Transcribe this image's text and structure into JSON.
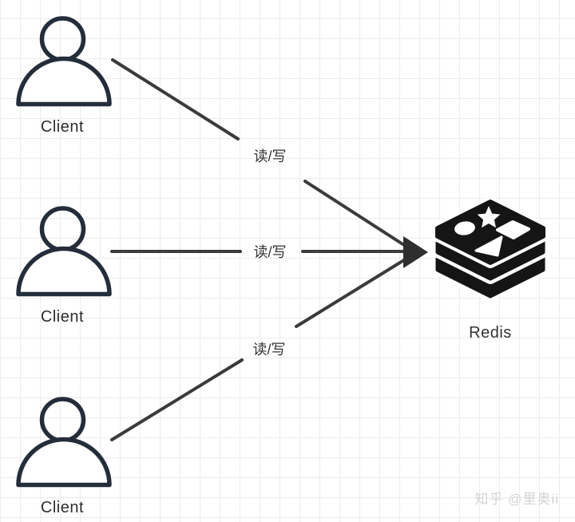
{
  "diagram": {
    "clients": [
      {
        "label": "Client"
      },
      {
        "label": "Client"
      },
      {
        "label": "Client"
      }
    ],
    "redis": {
      "label": "Redis"
    },
    "edges": [
      {
        "label": "读/写"
      },
      {
        "label": "读/写"
      },
      {
        "label": "读/写"
      }
    ],
    "watermark": {
      "text": "知乎 @里奥ii"
    },
    "colors": {
      "client_icon_stroke": "#242d3a",
      "arrow_line": "#3b3b3b",
      "redis_icon_fill": "#151515",
      "label_text": "#333333",
      "grid_line": "#ececec",
      "watermark_text": "#d4d4d4"
    },
    "icon_names": {
      "client": "user-icon",
      "redis": "redis-stack-icon",
      "arrow": "arrowhead-icon"
    }
  }
}
